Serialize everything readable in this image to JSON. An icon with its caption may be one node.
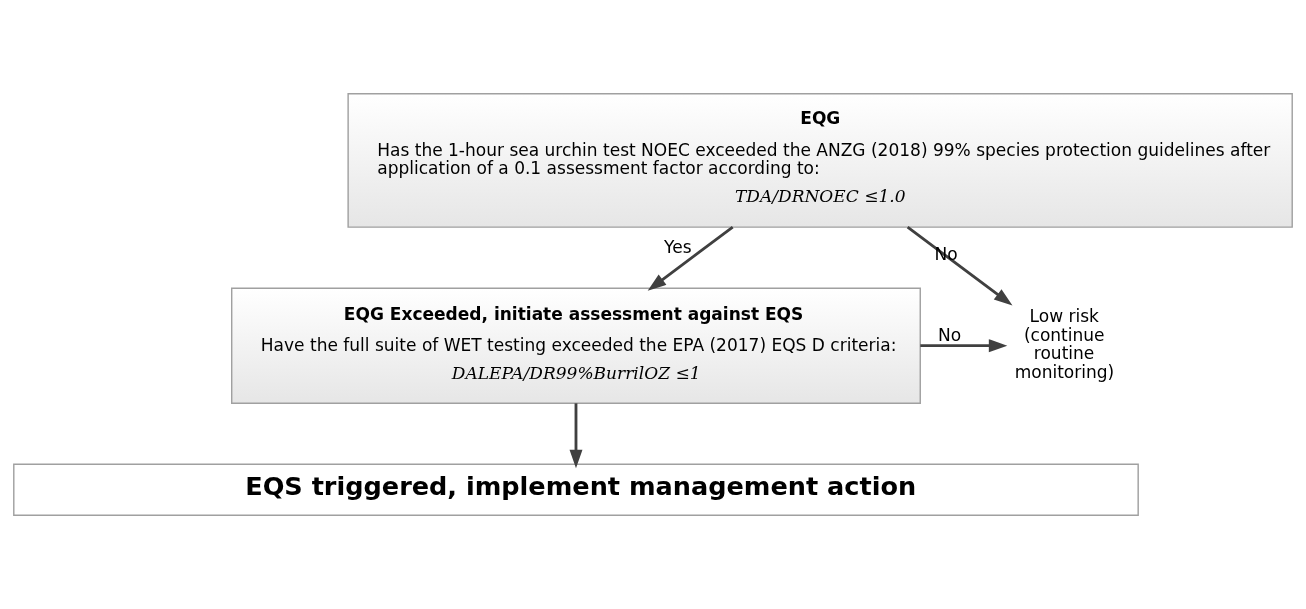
{
  "diagram": {
    "nodes": [
      {
        "text": [
          "EQG",
          "Has the 1-hour sea urchin test NOEC exceeded the ANZG (2018) 99% species protection guidelines after application of a 0.1 assessment factor according to:",
          "TDA/DRNOEC ≤1.0"
        ]
      },
      {
        "text": [
          "EQG Exceeded, initiate assessment against EQS",
          "Have the full suite of WET testing exceeded the EPA (2017) EQS D criteria:",
          "DALEPA/DR99%BurrilOZ ≤1"
        ]
      },
      {
        "text": [
          "Low risk (continue routine monitoring)"
        ]
      },
      {
        "text": [
          "EQS triggered, implement management action"
        ]
      }
    ],
    "edges": [
      {
        "from": 0,
        "to": 2,
        "arrow": "to",
        "label": "No"
      },
      {
        "from": 0,
        "to": 1,
        "arrow": "to",
        "label": "Yes"
      },
      {
        "from": 1,
        "to": 2,
        "arrow": "to",
        "label": "No"
      },
      {
        "from": 1,
        "to": 3,
        "arrow": "to"
      }
    ]
  }
}
